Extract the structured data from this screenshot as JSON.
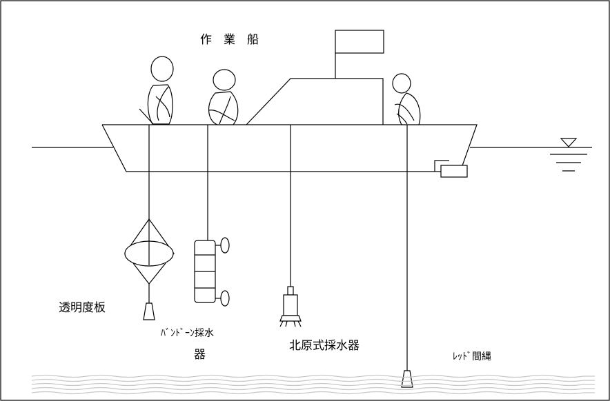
{
  "labels": {
    "ship": "作　業　船",
    "secchi_disk": "透明度板",
    "van_dorn_line1": "ﾊﾞﾝﾄﾞｰﾝ採水",
    "van_dorn_line2": "器",
    "kitahara_sampler": "北原式採水器",
    "lead_line": "ﾚｯﾄﾞ間縄"
  }
}
